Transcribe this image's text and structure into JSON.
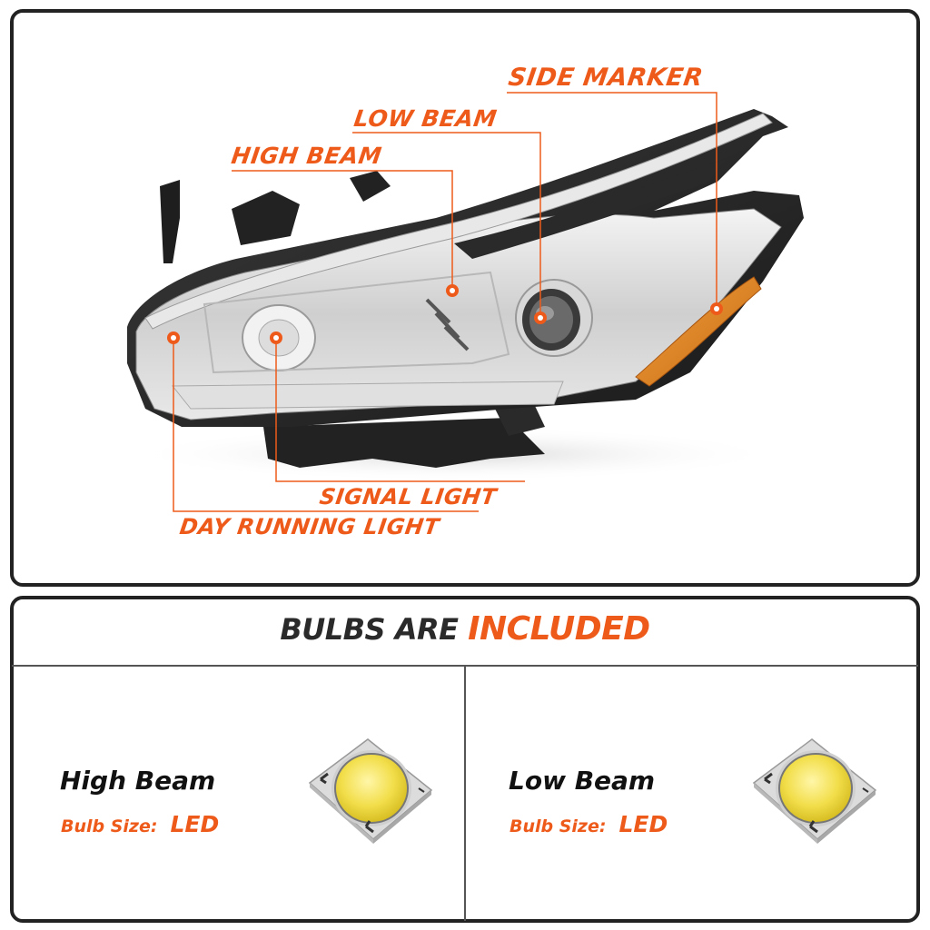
{
  "product_diagram": {
    "callouts": {
      "side_marker": "SIDE MARKER",
      "low_beam": "LOW BEAM",
      "high_beam": "HIGH BEAM",
      "signal_light": "SIGNAL LIGHT",
      "day_running_light": "DAY RUNNING LIGHT"
    },
    "accent_color": "#ee5a1a",
    "frame_color": "#222222"
  },
  "bulbs_section": {
    "headline_dark": "BULBS ARE",
    "headline_accent": "INCLUDED",
    "items": [
      {
        "title": "High Beam",
        "size_label": "Bulb Size:",
        "size_value": "LED",
        "icon": "led-chip-icon"
      },
      {
        "title": "Low Beam",
        "size_label": "Bulb Size:",
        "size_value": "LED",
        "icon": "led-chip-icon"
      }
    ]
  }
}
